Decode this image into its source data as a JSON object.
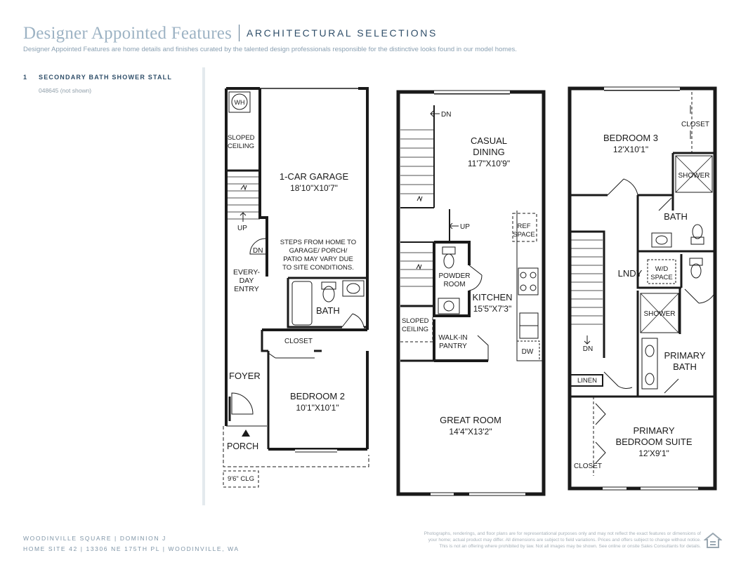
{
  "header": {
    "title": "Designer Appointed Features",
    "subtitle": "ARCHITECTURAL SELECTIONS",
    "intro": "Designer Appointed Features are home details and finishes curated by the talented design professionals responsible for the distinctive looks found in our model homes."
  },
  "features": [
    {
      "number": "1",
      "name": "SECONDARY BATH SHOWER STALL",
      "code": "048645 (not shown)"
    }
  ],
  "plan": {
    "level1": {
      "wh": "WH",
      "sloped1": "SLOPED",
      "sloped2": "CEILING",
      "garage_name": "1-CAR GARAGE",
      "garage_dim": "18'10\"X10'7\"",
      "up": "UP",
      "dn": "DN",
      "note1": "STEPS FROM HOME TO",
      "note2": "GARAGE/ PORCH/",
      "note3": "PATIO MAY VARY DUE",
      "note4": "TO SITE CONDITIONS.",
      "entry1": "EVERY-",
      "entry2": "DAY",
      "entry3": "ENTRY",
      "bath": "BATH",
      "closet": "CLOSET",
      "foyer": "FOYER",
      "bed2_name": "BEDROOM 2",
      "bed2_dim": "10'1\"X10'1\"",
      "porch": "PORCH",
      "clg": "9'6\" CLG"
    },
    "level2": {
      "dn": "DN",
      "up": "UP",
      "dining_name1": "CASUAL",
      "dining_name2": "DINING",
      "dining_dim": "11'7\"X10'9\"",
      "ref1": "REF",
      "ref2": "SPACE",
      "powder1": "POWDER",
      "powder2": "ROOM",
      "kitchen_name": "KITCHEN",
      "kitchen_dim": "15'5\"X7'3\"",
      "sloped1": "SLOPED",
      "sloped2": "CEILING",
      "pantry1": "WALK-IN",
      "pantry2": "PANTRY",
      "dw": "DW",
      "great_name": "GREAT ROOM",
      "great_dim": "14'4\"X13'2\""
    },
    "level3": {
      "closet_top": "CLOSET",
      "bed3_name": "BEDROOM 3",
      "bed3_dim": "12'X10'1\"",
      "shower_top": "SHOWER",
      "bath": "BATH",
      "lndy": "LNDY",
      "wd1": "W/D",
      "wd2": "SPACE",
      "shower_mid": "SHOWER",
      "dn": "DN",
      "primary_bath1": "PRIMARY",
      "primary_bath2": "BATH",
      "linen": "LINEN",
      "suite1": "PRIMARY",
      "suite2": "BEDROOM SUITE",
      "suite_dim": "12'X9'1\"",
      "closet_bottom": "CLOSET"
    }
  },
  "footer": {
    "line1": "WOODINVILLE SQUARE  |  DOMINION J",
    "line2": "HOME SITE 42  |  13306 NE 175TH PL  |  WOODINVILLE, WA",
    "disclaimer1": "Photographs, renderings, and floor plans are for representational purposes only and may not reflect the exact features or dimensions of",
    "disclaimer2": "your home; actual product may differ. All dimensions are subject to field variations. Prices and offers subject to change without notice.",
    "disclaimer3": "This is not an offering where prohibited by law. Not all images may be shown. See online or onsite Sales Consultants for details."
  }
}
